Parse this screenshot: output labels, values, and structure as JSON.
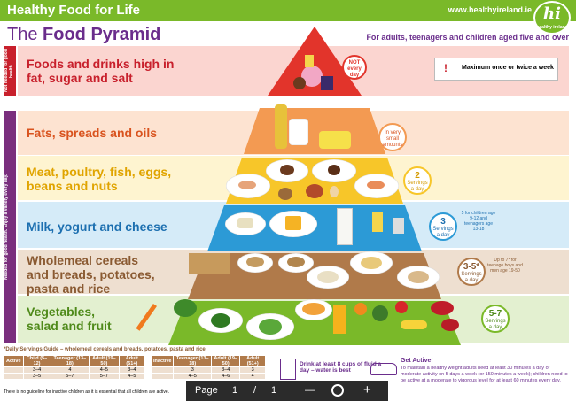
{
  "header": {
    "title": "Healthy Food for Life",
    "url": "www.healthyireland.ie",
    "logo_text": "hi",
    "logo_sub": "healthy ireland"
  },
  "heading": {
    "prefix": "The",
    "main": "Food Pyramid"
  },
  "audience": "For adults, teenagers and children aged five and over",
  "top_shelf": {
    "sidebar": "Not needed for good health.",
    "label_line1": "Foods and drinks high in",
    "label_line2": "fat, sugar and salt",
    "badge": "NOT every day",
    "warning_icon": "!",
    "warning_text": "Maximum once or twice a week"
  },
  "main_sidebar": "Needed for good health. Enjoy a variety every day.",
  "shelves": [
    {
      "label_line1": "Fats, spreads and oils",
      "label_line2": "",
      "badge_main": "",
      "badge_sub": "In very small amounts",
      "color": "#f39a52",
      "bg": "#fde3d1",
      "text_color": "#d9531e"
    },
    {
      "label_line1": "Meat, poultry, fish, eggs,",
      "label_line2": "beans and nuts",
      "badge_main": "2",
      "badge_sub": "Servings a day",
      "color": "#f7c629",
      "bg": "#fef4d0",
      "text_color": "#e0a400"
    },
    {
      "label_line1": "Milk, yogurt and cheese",
      "label_line2": "",
      "badge_main": "3",
      "badge_sub": "Servings a day",
      "color": "#2c9ad6",
      "bg": "#d5ebf8",
      "text_color": "#1c6fb0",
      "note": "5 for children age 9-12 and teenagers age 13-18"
    },
    {
      "label_line1": "Wholemeal cereals",
      "label_line2": "and breads, potatoes,",
      "label_line3": "pasta and rice",
      "badge_main": "3-5*",
      "badge_sub": "Servings a day",
      "color": "#b07a4a",
      "bg": "#eedfd0",
      "text_color": "#8a5a32",
      "note": "Up to 7* for teenage boys and men age 19-50"
    },
    {
      "label_line1": "Vegetables,",
      "label_line2": "salad and fruit",
      "badge_main": "5-7",
      "badge_sub": "Servings a day",
      "color": "#7ab929",
      "bg": "#e3f0d0",
      "text_color": "#4f8a1a"
    }
  ],
  "servings_guide": {
    "title": "*Daily Servings Guide – wholemeal cereals and breads, potatoes, pasta and rice",
    "active": {
      "label": "Active",
      "headers": [
        "Child (5–12)",
        "Teenager (13–18)",
        "Adult (19–50)",
        "Adult (51+)"
      ],
      "rows": [
        [
          "3–4",
          "4",
          "4–5",
          "3–4"
        ],
        [
          "3–5",
          "5–7",
          "5–7",
          "4–5"
        ]
      ]
    },
    "inactive": {
      "label": "Inactive",
      "headers": [
        "Teenager (13–18)",
        "Adult (19–50)",
        "Adult (51+)"
      ],
      "rows": [
        [
          "3",
          "3–4",
          "3"
        ],
        [
          "4–5",
          "4–6",
          "4"
        ]
      ]
    },
    "footnote": "There is no guideline for inactive children as it is essential that all children are active."
  },
  "fluid": {
    "text": "Drink at least 8 cups of fluid a day – water is best"
  },
  "get_active": {
    "title": "Get Active!",
    "text": "To maintain a healthy weight adults need at least 30 minutes a day of moderate activity on 5 days a week (or 150 minutes a week); children need to be active at a moderate to vigorous level for at least 60 minutes every day."
  },
  "pdf_toolbar": {
    "page_label": "Page",
    "page_num": "1",
    "sep": "/",
    "page_total": "1",
    "zoom_out": "—",
    "zoom_in": "+"
  }
}
